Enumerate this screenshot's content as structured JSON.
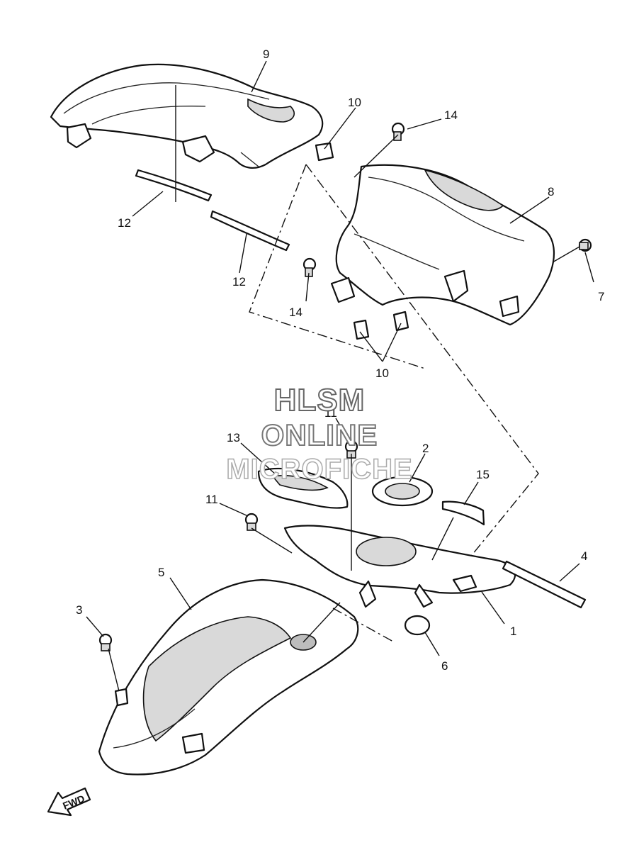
{
  "watermark": {
    "line1": "HLSM",
    "line2": "ONLINE",
    "line3": "MICROFICHE"
  },
  "direction_badge": "FWD",
  "callouts": [
    {
      "id": "c9",
      "label": "9"
    },
    {
      "id": "c10a",
      "label": "10"
    },
    {
      "id": "c14a",
      "label": "14"
    },
    {
      "id": "c8",
      "label": "8"
    },
    {
      "id": "c7",
      "label": "7"
    },
    {
      "id": "c12a",
      "label": "12"
    },
    {
      "id": "c12b",
      "label": "12"
    },
    {
      "id": "c14b",
      "label": "14"
    },
    {
      "id": "c10b",
      "label": "10"
    },
    {
      "id": "c11a",
      "label": "11"
    },
    {
      "id": "c13",
      "label": "13"
    },
    {
      "id": "c2",
      "label": "2"
    },
    {
      "id": "c15",
      "label": "15"
    },
    {
      "id": "c11b",
      "label": "11"
    },
    {
      "id": "c4",
      "label": "4"
    },
    {
      "id": "c5",
      "label": "5"
    },
    {
      "id": "c1",
      "label": "1"
    },
    {
      "id": "c3",
      "label": "3"
    },
    {
      "id": "c6",
      "label": "6"
    }
  ]
}
